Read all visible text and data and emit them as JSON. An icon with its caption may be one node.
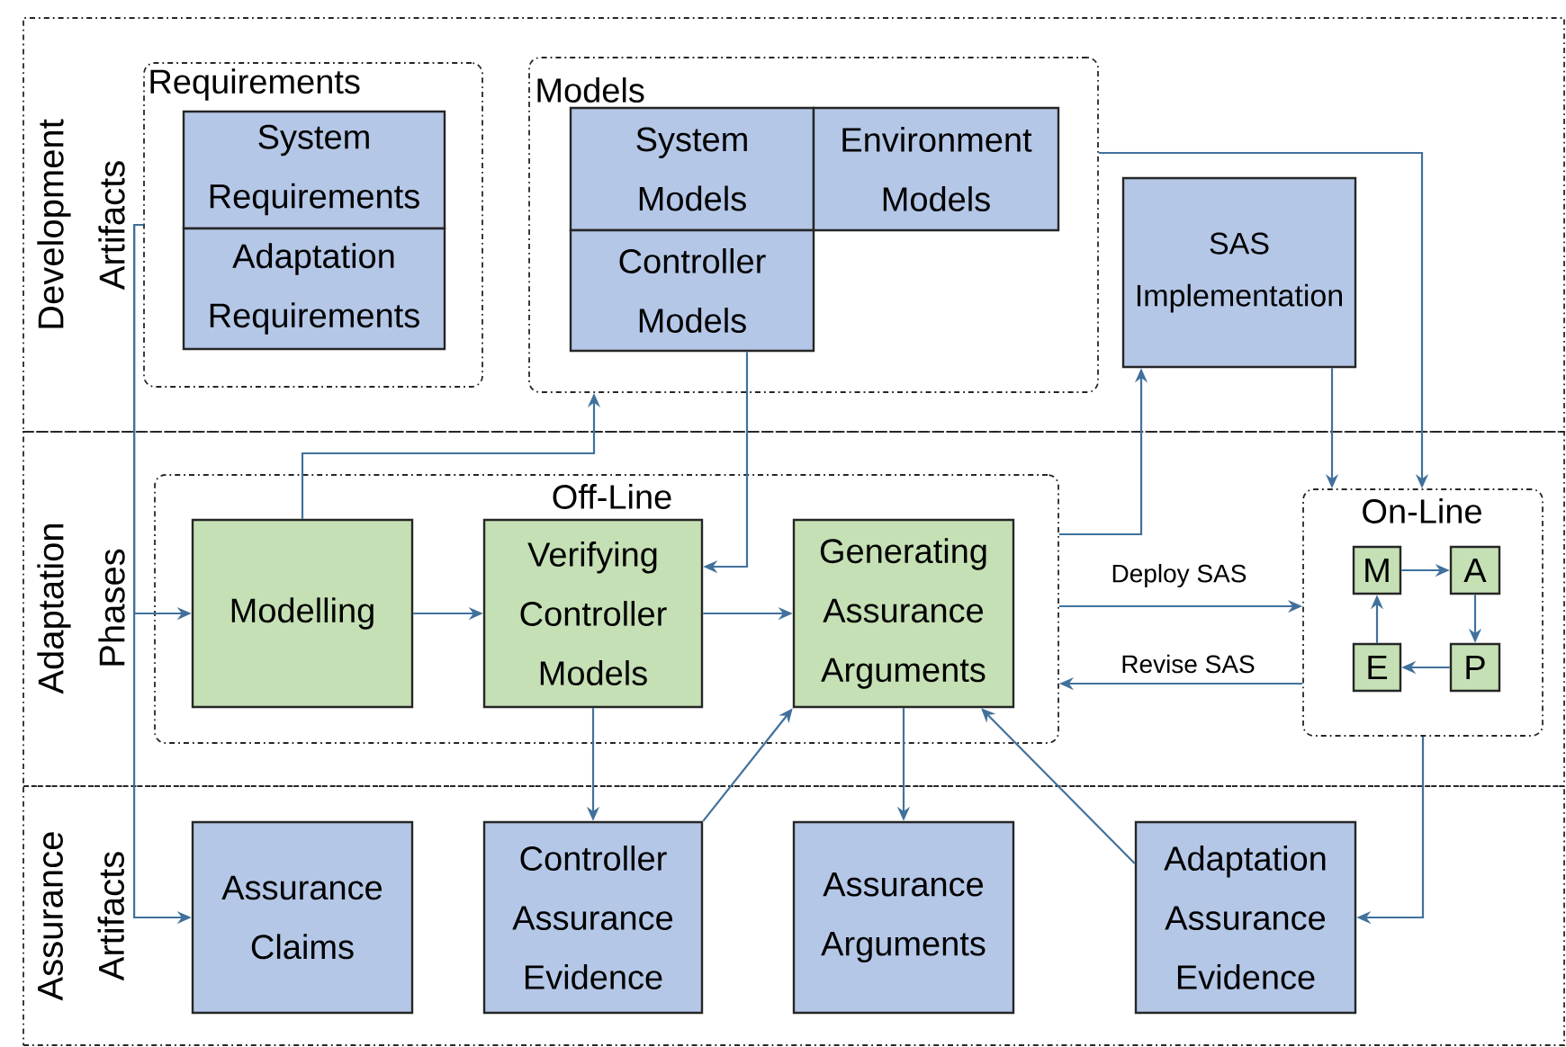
{
  "diagram": {
    "nodes": [
      {
        "text": [
          "Development Artifacts"
        ]
      },
      {
        "text": [
          "Requirements"
        ],
        "in": 0
      },
      {
        "text": [
          "System Requirements"
        ],
        "in": 1
      },
      {
        "text": [
          "Adaptation Requirements"
        ],
        "in": 1
      },
      {
        "text": [
          "Models"
        ],
        "in": 0
      },
      {
        "text": [
          "System Models"
        ],
        "in": 4
      },
      {
        "text": [
          "Environment Models"
        ],
        "in": 4
      },
      {
        "text": [
          "Controller Models"
        ],
        "in": 4
      },
      {
        "text": [
          "SAS Implementation"
        ],
        "in": 0
      },
      {
        "text": [
          "Adaptation Phases"
        ]
      },
      {
        "text": [
          "Off-Line"
        ],
        "in": 9
      },
      {
        "text": [
          "Modelling"
        ],
        "in": 10
      },
      {
        "text": [
          "Verifying Controller Models"
        ],
        "in": 10
      },
      {
        "text": [
          "Generating Assurance Arguments"
        ],
        "in": 10
      },
      {
        "text": [
          "On-Line"
        ],
        "in": 9
      },
      {
        "text": [
          "M"
        ],
        "in": 14
      },
      {
        "text": [
          "A"
        ],
        "in": 14
      },
      {
        "text": [
          "P"
        ],
        "in": 14
      },
      {
        "text": [
          "E"
        ],
        "in": 14
      },
      {
        "text": [
          "Assurance Artifacts"
        ]
      },
      {
        "text": [
          "Assurance Claims"
        ],
        "in": 19
      },
      {
        "text": [
          "Controller Assurance Evidence"
        ],
        "in": 19
      },
      {
        "text": [
          "Assurance Arguments"
        ],
        "in": 19
      },
      {
        "text": [
          "Adaptation Assurance Evidence"
        ],
        "in": 19
      }
    ],
    "edges": [
      {
        "from": 1,
        "to": 11,
        "arrow": "to"
      },
      {
        "from": 1,
        "to": 20,
        "arrow": "to"
      },
      {
        "from": 11,
        "to": 4,
        "arrow": "to"
      },
      {
        "from": 7,
        "to": 12,
        "arrow": "to"
      },
      {
        "from": 11,
        "to": 12,
        "arrow": "to"
      },
      {
        "from": 12,
        "to": 13,
        "arrow": "to"
      },
      {
        "from": 10,
        "to": 8,
        "arrow": "to"
      },
      {
        "from": 8,
        "to": 14,
        "arrow": "to"
      },
      {
        "from": 4,
        "to": 14,
        "arrow": "to"
      },
      {
        "from": 10,
        "to": 14,
        "arrow": "to",
        "label": "Deploy SAS"
      },
      {
        "from": 14,
        "to": 10,
        "arrow": "to",
        "label": "Revise SAS"
      },
      {
        "from": 15,
        "to": 16,
        "arrow": "to"
      },
      {
        "from": 16,
        "to": 17,
        "arrow": "to"
      },
      {
        "from": 17,
        "to": 18,
        "arrow": "to"
      },
      {
        "from": 18,
        "to": 15,
        "arrow": "to"
      },
      {
        "from": 12,
        "to": 21,
        "arrow": "to"
      },
      {
        "from": 21,
        "to": 13,
        "arrow": "to"
      },
      {
        "from": 13,
        "to": 22,
        "arrow": "to"
      },
      {
        "from": 23,
        "to": 13,
        "arrow": "to"
      },
      {
        "from": 14,
        "to": 23,
        "arrow": "to"
      }
    ]
  }
}
